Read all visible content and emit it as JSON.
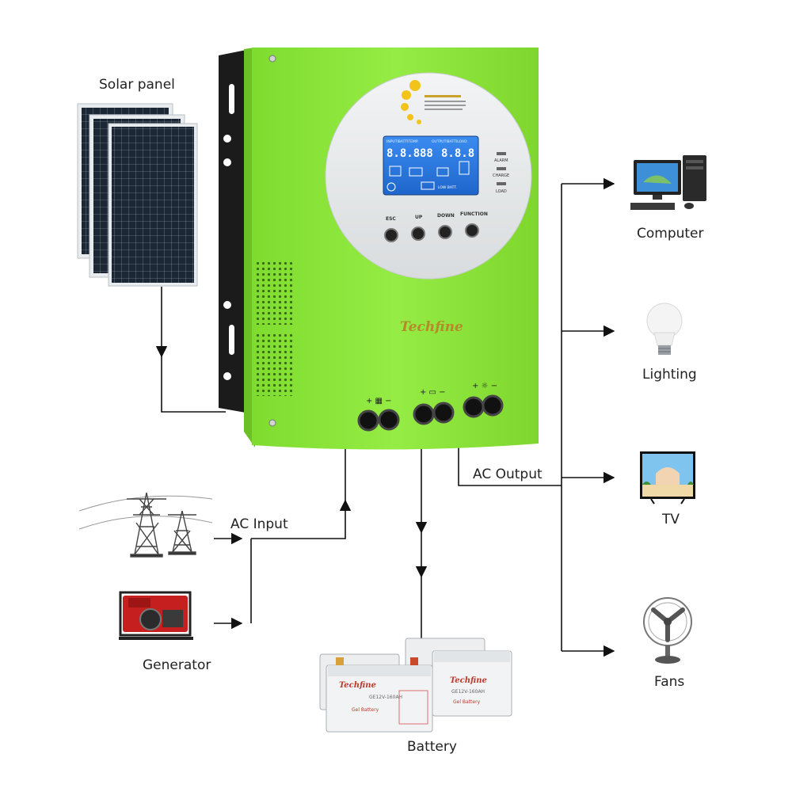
{
  "labels": {
    "solar_panel": "Solar panel",
    "ac_input": "AC Input",
    "generator": "Generator",
    "battery": "Battery",
    "ac_output": "AC Output",
    "computer": "Computer",
    "lighting": "Lighting",
    "tv": "TV",
    "fans": "Fans"
  },
  "device": {
    "brand": "Techfine",
    "buttons": [
      "ESC",
      "UP",
      "DOWN",
      "FUNCTION"
    ],
    "indicators": [
      "ALARM",
      "CHARGE",
      "LOAD"
    ],
    "lcd_header_left": "INPUTIBATTITEMP.",
    "lcd_header_right": "OUTPUTIBATTILOAD.",
    "lcd_low_batt": "LOW BATT."
  },
  "battery_labels": {
    "brand": "Techfine",
    "model": "GE12V-160AH",
    "type": "Gel Battery"
  },
  "colors": {
    "device_green": "#8fe83c",
    "panel_bezel": "#e6e9ea",
    "lcd_blue": "#2f7fe6",
    "brand_gold": "#b8892a",
    "line": "#111111"
  }
}
